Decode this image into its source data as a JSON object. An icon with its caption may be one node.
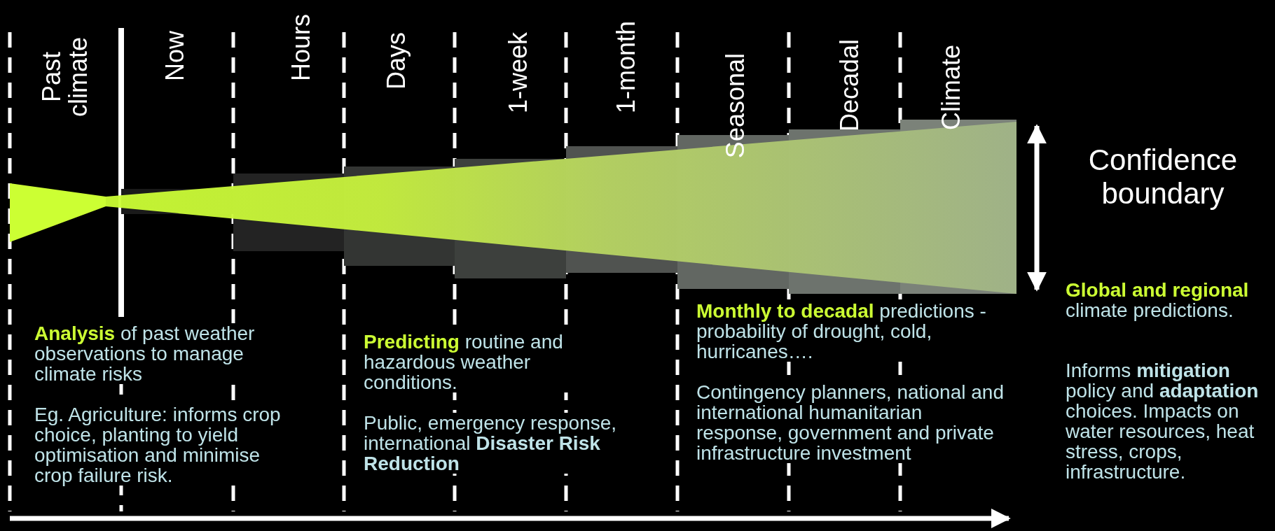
{
  "diagram": {
    "labels": [
      "Past climate",
      "Now",
      "Hours",
      "Days",
      "1-week",
      "1-month",
      "Seasonal",
      "Decadal",
      "Climate",
      "Confidence boundary",
      "**Analysis** of past weather observations to manage climate risks",
      "Eg. Agriculture: informs crop choice, planting to yield optimisation and minimise crop failure risk.",
      "**Predicting** routine and hazardous weather conditions.",
      "Public, emergency response, international **Disaster Risk Reduction**",
      "**Monthly to decadal** predictions - probability of drought, cold, hurricanes….",
      "Contingency planners, national and international humanitarian response, government and private infrastructure investment",
      "**Global and regional** climate predictions.",
      "Informs **mitigation** policy and **adaptation** choices. Impacts on water resources, heat stress, crops, infrastructure."
    ]
  }
}
